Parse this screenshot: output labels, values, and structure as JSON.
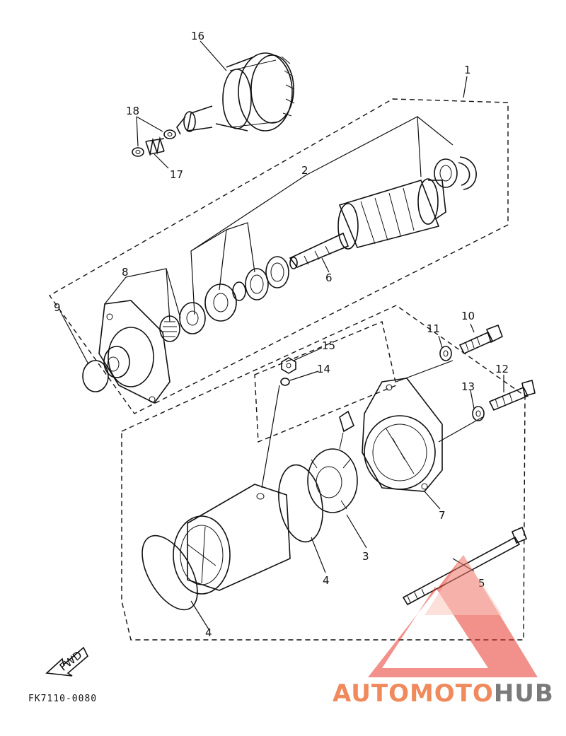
{
  "diagram": {
    "drawing_code": "FK7110-0080",
    "fwd_label": "FWD",
    "callouts": [
      {
        "id": "16",
        "text": "16"
      },
      {
        "id": "18",
        "text": "18"
      },
      {
        "id": "17",
        "text": "17"
      },
      {
        "id": "1",
        "text": "1"
      },
      {
        "id": "2",
        "text": "2"
      },
      {
        "id": "6",
        "text": "6"
      },
      {
        "id": "8",
        "text": "8"
      },
      {
        "id": "9",
        "text": "9"
      },
      {
        "id": "10",
        "text": "10"
      },
      {
        "id": "11",
        "text": "11"
      },
      {
        "id": "15",
        "text": "15"
      },
      {
        "id": "14",
        "text": "14"
      },
      {
        "id": "12",
        "text": "12"
      },
      {
        "id": "13",
        "text": "13"
      },
      {
        "id": "7",
        "text": "7"
      },
      {
        "id": "3",
        "text": "3"
      },
      {
        "id": "4a",
        "text": "4"
      },
      {
        "id": "4b",
        "text": "4"
      },
      {
        "id": "5",
        "text": "5"
      }
    ]
  },
  "watermark": {
    "part1": "AUTOMOTO",
    "part2": "HUB",
    "color_primary": "#f08a5d",
    "color_secondary": "#7a7a7a",
    "triangle_color": "#e8362b"
  }
}
